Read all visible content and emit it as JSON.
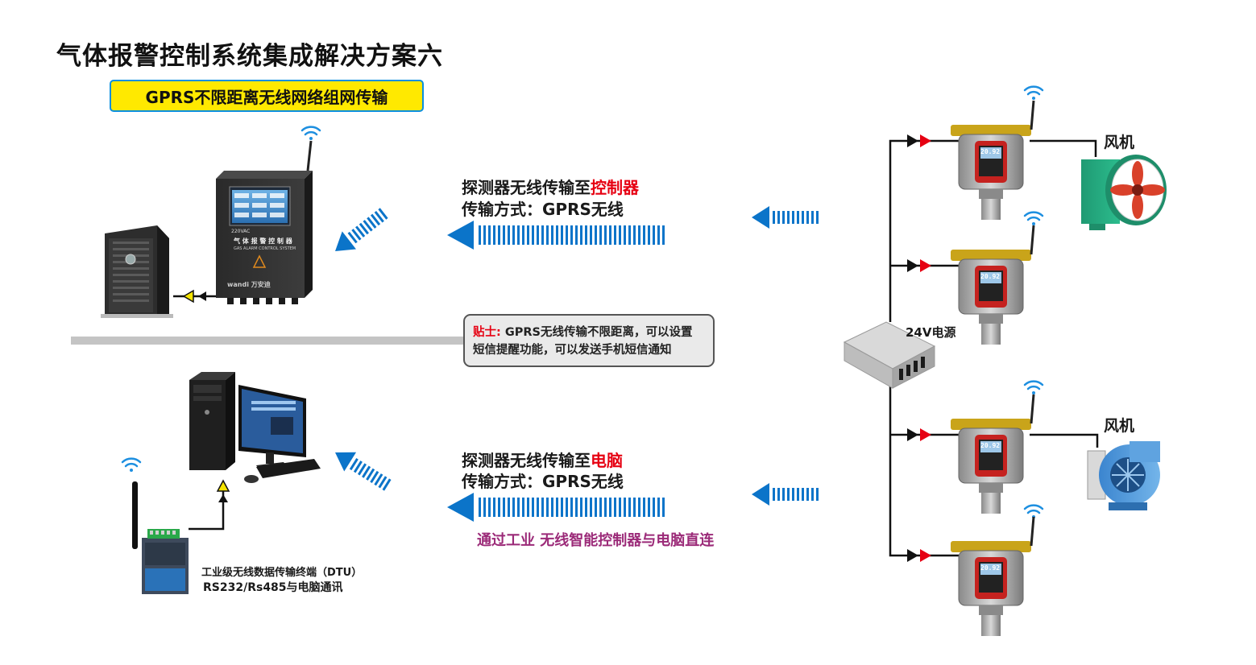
{
  "title": "气体报警控制系统集成解决方案六",
  "subtitle": "GPRS不限距离无线网络组网传输",
  "upper_route": {
    "line1_prefix": "探测器无线传输至",
    "line1_target": "控制器",
    "line2": "传输方式：GPRS无线"
  },
  "lower_route": {
    "line1_prefix": "探测器无线传输至",
    "line1_target": "电脑",
    "line2": "传输方式：GPRS无线",
    "note": "通过工业 无线智能控制器与电脑直连"
  },
  "tip": {
    "label": "贴士:",
    "line1": " GPRS无线传输不限距离，可以设置",
    "line2": "短信提醒功能，可以发送手机短信通知"
  },
  "controller_panel": {
    "voltage": "220VAC",
    "name": "气 体 报 警 控 制 器",
    "name_en": "GAS ALARM CONTROL SYSTEM",
    "brand": "wandi 万安迪"
  },
  "dtu": {
    "label_line1": "工业级无线数据传输终端（DTU）",
    "label_line2": "RS232/Rs485与电脑通讯"
  },
  "power_supply_label": "24V电源",
  "fan_labels": [
    "风机",
    "风机"
  ],
  "detector_readings": [
    "20.92",
    "20.92",
    "20.92",
    "20.92"
  ],
  "colors": {
    "arrow_blue": "#0b74c9",
    "accent_red": "#e60012",
    "subtitle_bg": "#ffe900",
    "subtitle_border": "#0a8fe0",
    "relay_yellow": "#f5e400"
  }
}
